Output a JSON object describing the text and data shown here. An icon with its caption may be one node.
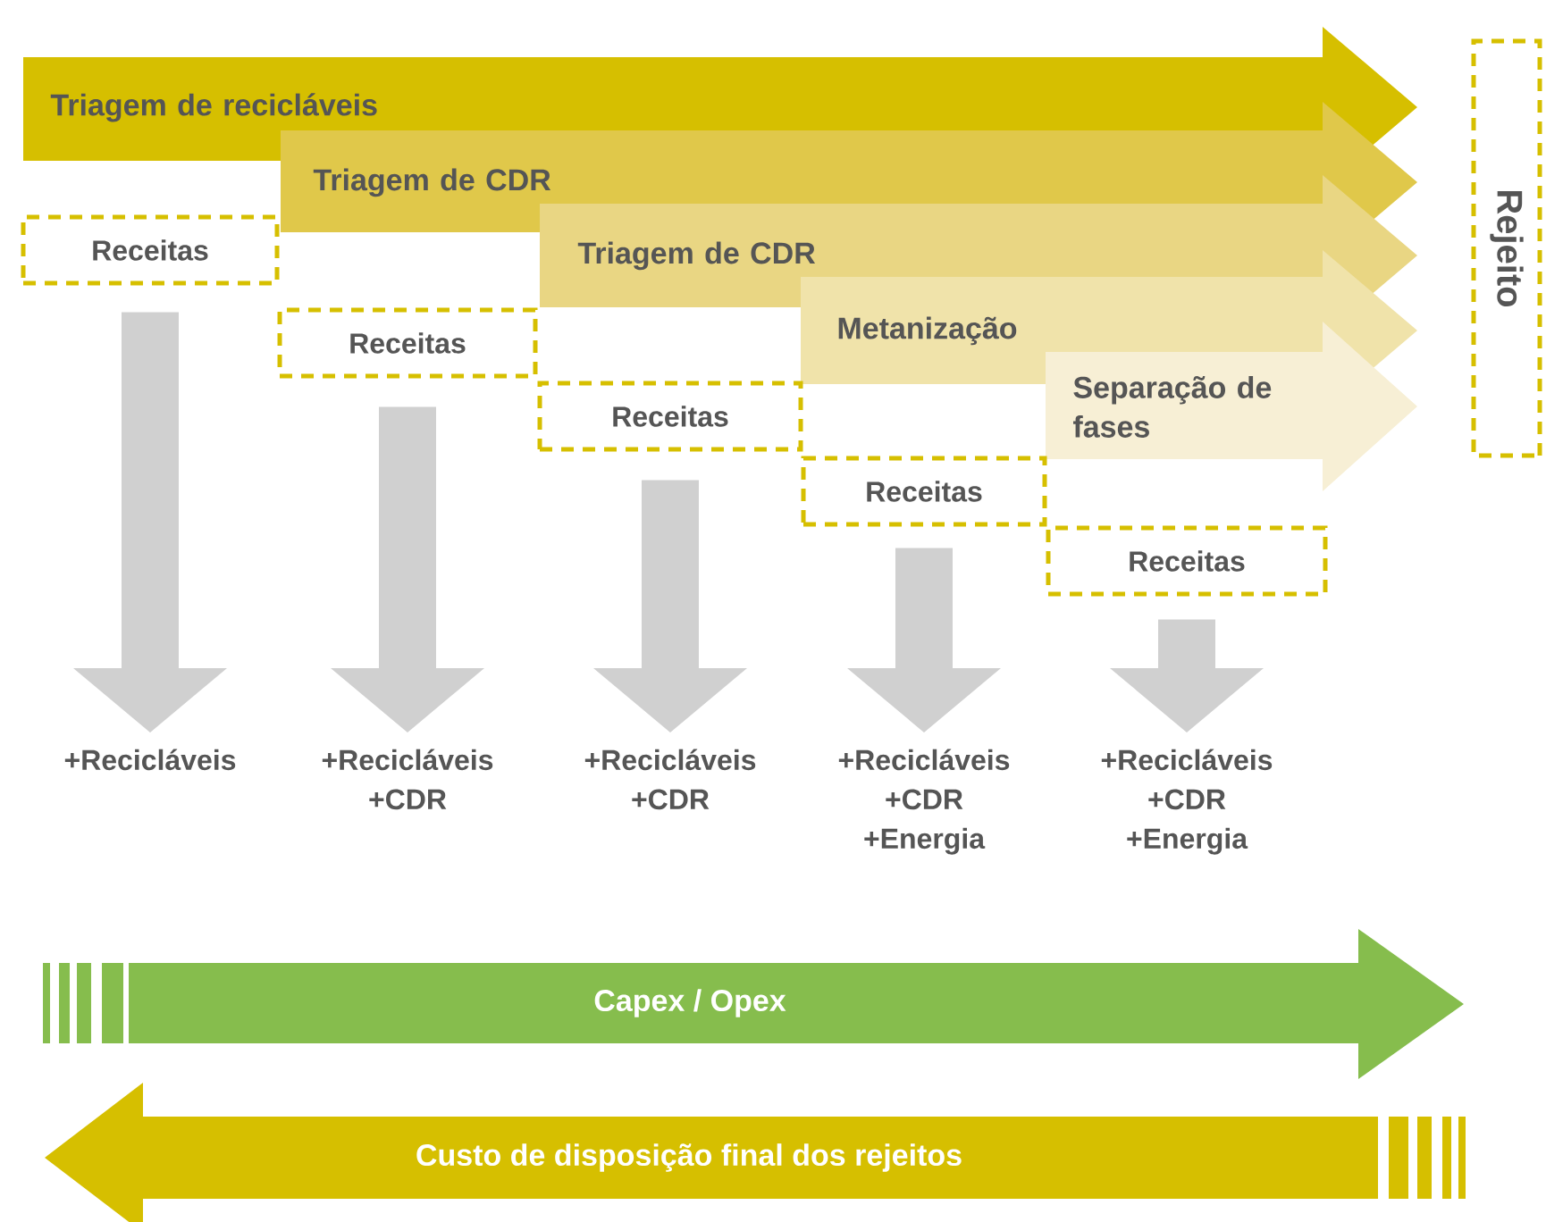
{
  "diagram": {
    "nodes": [
      {
        "text": [
          "Triagem de recicláveis"
        ]
      },
      {
        "text": [
          "Triagem de CDR"
        ]
      },
      {
        "text": [
          "Triagem de CDR"
        ]
      },
      {
        "text": [
          "Metanização"
        ]
      },
      {
        "text": [
          "Separação de fases"
        ]
      },
      {
        "text": [
          "Rejeito"
        ]
      },
      {
        "text": [
          "Receitas"
        ]
      },
      {
        "text": [
          "Receitas"
        ]
      },
      {
        "text": [
          "Receitas"
        ]
      },
      {
        "text": [
          "Receitas"
        ]
      },
      {
        "text": [
          "Receitas"
        ]
      },
      {
        "text": [
          "+Recicláveis"
        ]
      },
      {
        "text": [
          "+Recicláveis",
          "+CDR"
        ]
      },
      {
        "text": [
          "+Recicláveis",
          "+CDR"
        ]
      },
      {
        "text": [
          "+Recicláveis",
          "+CDR",
          "+Energia"
        ]
      },
      {
        "text": [
          "+Recicláveis",
          "+CDR",
          "+Energia"
        ]
      },
      {
        "text": [
          "Capex / Opex"
        ]
      },
      {
        "text": [
          "Custo de disposição final dos rejeitos"
        ]
      }
    ],
    "edges": [
      {
        "from": 6,
        "to": 11,
        "arrow": "to",
        "style": "thick",
        "color": "#d0d0d0"
      },
      {
        "from": 7,
        "to": 12,
        "arrow": "to",
        "style": "thick",
        "color": "#d0d0d0"
      },
      {
        "from": 8,
        "to": 13,
        "arrow": "to",
        "style": "thick",
        "color": "#d0d0d0"
      },
      {
        "from": 9,
        "to": 14,
        "arrow": "to",
        "style": "thick",
        "color": "#d0d0d0"
      },
      {
        "from": 10,
        "to": 15,
        "arrow": "to",
        "style": "thick",
        "color": "#d0d0d0"
      }
    ]
  }
}
